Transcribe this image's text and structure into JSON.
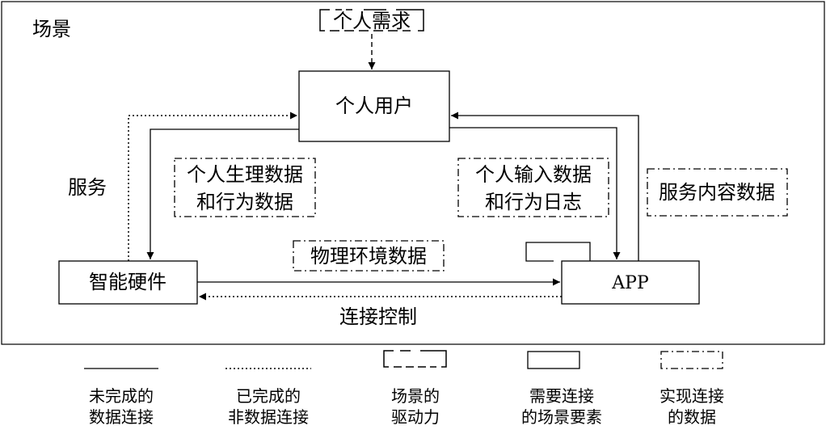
{
  "scene": {
    "label": "场景"
  },
  "nodes": {
    "personal_need": "个人需求",
    "personal_user": "个人用户",
    "smart_hardware": "智能硬件",
    "app": "APP"
  },
  "labels": {
    "service": "服务",
    "connection_control": "连接控制",
    "physio_line1": "个人生理数据",
    "physio_line2": "和行为数据",
    "input_line1": "个人输入数据",
    "input_line2": "和行为日志",
    "service_content": "服务内容数据",
    "environment": "物理环境数据"
  },
  "legend": [
    {
      "line1": "未完成的",
      "line2": "数据连接"
    },
    {
      "line1": "已完成的",
      "line2": "非数据连接"
    },
    {
      "line1": "场景的",
      "line2": "驱动力"
    },
    {
      "line1": "需要连接",
      "line2": "的场景要素"
    },
    {
      "line1": "实现连接",
      "line2": "的数据"
    }
  ]
}
